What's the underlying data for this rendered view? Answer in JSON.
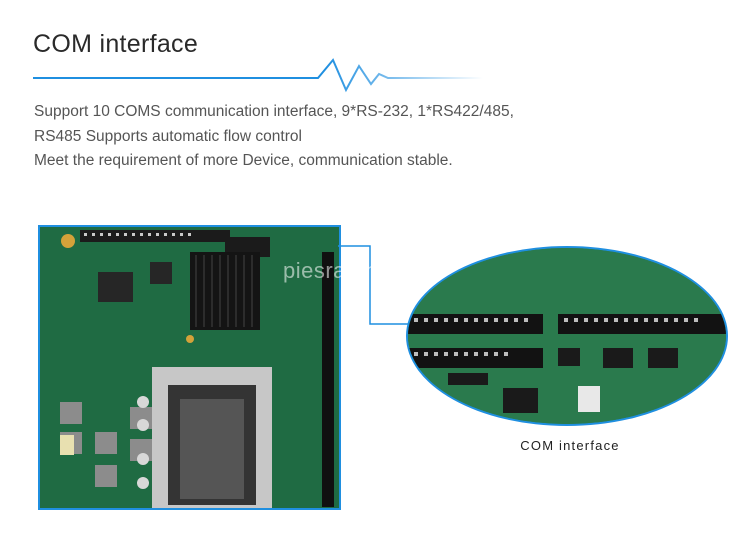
{
  "header": {
    "title": "COM interface"
  },
  "description": {
    "lines": [
      "Support 10 COMS communication interface, 9*RS-232, 1*RS422/485,",
      "RS485 Supports automatic flow control",
      "Meet the requirement of more Device, communication stable."
    ]
  },
  "images": {
    "board_icon": "motherboard-image",
    "zoom_icon": "com-header-zoom-image",
    "zoom_caption": "COM interface",
    "watermark": "piesra.en.com"
  },
  "colors": {
    "accent": "#1f8fe0",
    "board": "#1f6b43",
    "text": "#555555"
  }
}
